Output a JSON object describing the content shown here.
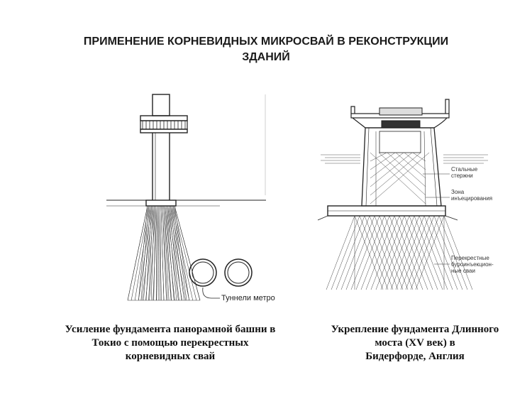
{
  "title": {
    "line1": "ПРИМЕНЕНИЕ КОРНЕВИДНЫХ МИКРОСВАЙ В РЕКОНСТРУКЦИИ",
    "line2": "ЗДАНИЙ"
  },
  "left_figure": {
    "tunnel_label": "Туннели метро",
    "caption": {
      "line1": "Усиление фундамента панорамной башни в",
      "line2": "Токио с помощью перекрестных",
      "line3": "корневидных свай"
    }
  },
  "right_figure": {
    "labels": {
      "steel_1": "Стальные",
      "steel_2": "стержни",
      "zone_1": "Зона",
      "zone_2": "инъецирования",
      "cross_1": "Перекрестные",
      "cross_2": "буроинъекцион-",
      "cross_3": "ные сваи"
    },
    "caption": {
      "line1": "Укрепление фундамента Длинного",
      "line2": "моста (XV век) в",
      "line3": "Бидерфорде, Англия"
    }
  }
}
